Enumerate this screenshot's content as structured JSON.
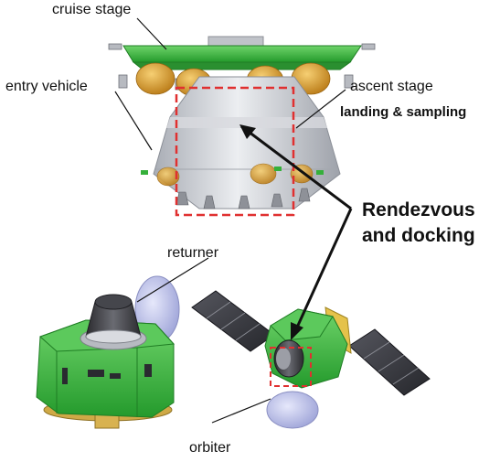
{
  "labels": {
    "cruise_stage": "cruise stage",
    "entry_vehicle": "entry vehicle",
    "ascent_stage": "ascent stage",
    "landing_sampling": "landing & sampling",
    "rendezvous_line1": "Rendezvous",
    "rendezvous_line2": "and docking",
    "returner": "returner",
    "orbiter": "orbiter"
  },
  "colors": {
    "spacecraft_green": "#35b03a",
    "tank_orange": "#e0a030",
    "capsule_gray": "#c9ccd2",
    "solar_panel": "#3a3a40",
    "dish_lavender": "#b9bde6",
    "highlight_red": "#e03030",
    "leader_line": "#111111"
  }
}
